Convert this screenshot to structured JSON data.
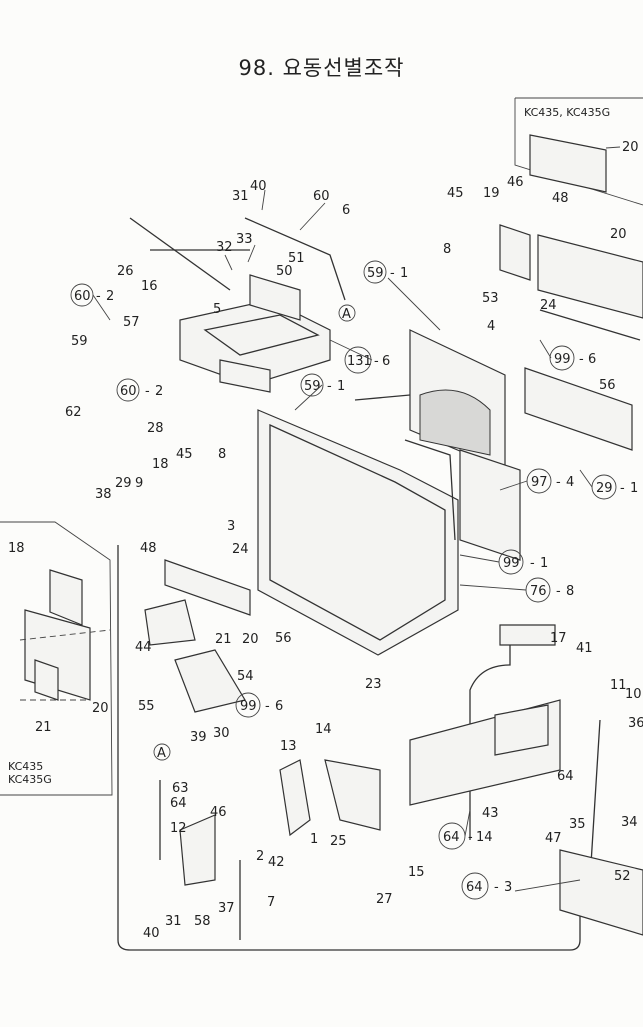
{
  "title": "98. 요동선별조작",
  "inset_top": {
    "title": "KC435, KC435G",
    "part": "20"
  },
  "inset_left": {
    "line1": "KC435",
    "line2": "KC435G"
  },
  "callouts": [
    {
      "text": "40"
    },
    {
      "text": "60"
    },
    {
      "text": "31"
    },
    {
      "text": "6"
    },
    {
      "text": "33"
    },
    {
      "text": "32"
    },
    {
      "text": "51"
    },
    {
      "text": "50"
    },
    {
      "text": "26"
    },
    {
      "text": "16"
    },
    {
      "text": "5"
    },
    {
      "text": "57"
    },
    {
      "text": "59"
    },
    {
      "text": "62"
    },
    {
      "text": "28"
    },
    {
      "text": "45"
    },
    {
      "text": "8"
    },
    {
      "text": "18"
    },
    {
      "text": "38"
    },
    {
      "text": "29"
    },
    {
      "text": "9"
    },
    {
      "text": "3"
    },
    {
      "text": "24"
    },
    {
      "text": "48"
    },
    {
      "text": "21"
    },
    {
      "text": "20"
    },
    {
      "text": "44"
    },
    {
      "text": "56"
    },
    {
      "text": "23"
    },
    {
      "text": "54"
    },
    {
      "text": "55"
    },
    {
      "text": "39"
    },
    {
      "text": "30"
    },
    {
      "text": "13"
    },
    {
      "text": "14"
    },
    {
      "text": "63"
    },
    {
      "text": "64"
    },
    {
      "text": "46"
    },
    {
      "text": "12"
    },
    {
      "text": "2"
    },
    {
      "text": "42"
    },
    {
      "text": "1"
    },
    {
      "text": "25"
    },
    {
      "text": "15"
    },
    {
      "text": "7"
    },
    {
      "text": "31"
    },
    {
      "text": "58"
    },
    {
      "text": "37"
    },
    {
      "text": "40"
    },
    {
      "text": "27"
    },
    {
      "text": "45"
    },
    {
      "text": "46"
    },
    {
      "text": "19"
    },
    {
      "text": "48"
    },
    {
      "text": "20"
    },
    {
      "text": "53"
    },
    {
      "text": "24"
    },
    {
      "text": "4"
    },
    {
      "text": "56"
    },
    {
      "text": "17"
    },
    {
      "text": "41"
    },
    {
      "text": "11"
    },
    {
      "text": "10"
    },
    {
      "text": "36"
    },
    {
      "text": "64"
    },
    {
      "text": "43"
    },
    {
      "text": "47"
    },
    {
      "text": "35"
    },
    {
      "text": "34"
    },
    {
      "text": "52"
    },
    {
      "text": "18"
    },
    {
      "text": "20"
    },
    {
      "text": "21"
    },
    {
      "text": "8"
    },
    {
      "text": "2"
    },
    {
      "text": "1"
    },
    {
      "text": "6"
    },
    {
      "text": "4"
    },
    {
      "text": "3"
    },
    {
      "text": "14"
    }
  ],
  "circled": [
    {
      "text": "60"
    },
    {
      "text": "60"
    },
    {
      "text": "A"
    },
    {
      "text": "59"
    },
    {
      "text": "131"
    },
    {
      "text": "59"
    },
    {
      "text": "99"
    },
    {
      "text": "97"
    },
    {
      "text": "29"
    },
    {
      "text": "99"
    },
    {
      "text": "76"
    },
    {
      "text": "99"
    },
    {
      "text": "A"
    },
    {
      "text": "64"
    },
    {
      "text": "64"
    }
  ],
  "suffix": {
    "dash": "-",
    "part_1": "1",
    "part_2": "2",
    "part_3": "3",
    "part_4": "4",
    "part_6": "6",
    "part_8": "8",
    "part_14": "14"
  }
}
